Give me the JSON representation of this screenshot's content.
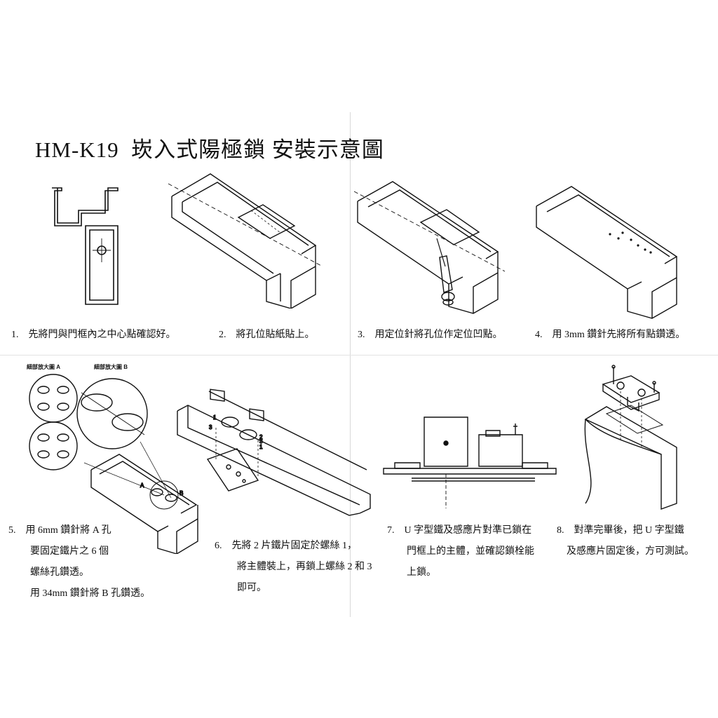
{
  "title": {
    "model": "HM-K19",
    "text": "崁入式陽極鎖  安裝示意圖"
  },
  "steps": [
    {
      "num": "1.",
      "lines": [
        "先將門與門框內之中心點確認好。"
      ]
    },
    {
      "num": "2.",
      "lines": [
        "將孔位貼紙貼上。"
      ]
    },
    {
      "num": "3.",
      "lines": [
        "用定位針將孔位作定位凹點。"
      ]
    },
    {
      "num": "4.",
      "lines": [
        "用 3mm 鑽針先將所有點鑽透。"
      ]
    },
    {
      "num": "5.",
      "lines": [
        "用 6mm 鑽針將 A 孔",
        "要固定鐵片之 6 個",
        "螺絲孔鑽透。",
        "用 34mm 鑽針將 B 孔鑽透。"
      ]
    },
    {
      "num": "6.",
      "lines": [
        "先將 2 片鐵片固定於螺絲 1，",
        "將主體裝上，再鎖上螺絲 2 和 3",
        "即可。"
      ]
    },
    {
      "num": "7.",
      "lines": [
        "U 字型鐵及感應片對準已鎖在",
        "門框上的主體，並確認鎖栓能",
        "上鎖。"
      ]
    },
    {
      "num": "8.",
      "lines": [
        "對準完畢後，把 U 字型鐵",
        "及感應片固定後，方可測試。"
      ]
    }
  ],
  "details": {
    "a": "細部放大圖 A",
    "b": "細部放大圖 B"
  },
  "figure_labels": {
    "hole_a": "A",
    "hole_b": "B",
    "screw_1": "1",
    "screw_2": "2",
    "screw_3": "3"
  }
}
